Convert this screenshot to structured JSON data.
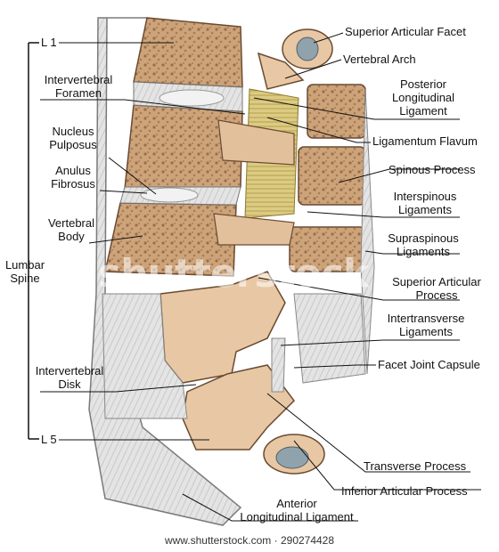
{
  "diagram": {
    "left_labels": {
      "l1": "L 1",
      "intervertebral_foramen": "Intervertebral\nForamen",
      "nucleus_pulposus": "Nucleus\nPulposus",
      "anulus_fibrosus": "Anulus\nFibrosus",
      "vertebral_body": "Vertebral\nBody",
      "lumbar_spine": "Lumbar\nSpine",
      "intervertebral_disk": "Intervertebral\nDisk",
      "l5": "L 5"
    },
    "right_labels": {
      "superior_articular_facet": "Superior Articular Facet",
      "vertebral_arch": "Vertebral Arch",
      "posterior_longitudinal_ligament": "Posterior\nLongitudinal\nLigament",
      "ligamentum_flavum": "Ligamentum Flavum",
      "spinous_process": "Spinous Process",
      "interspinous_ligaments": "Interspinous\nLigaments",
      "supraspinous_ligaments": "Supraspinous\nLigaments",
      "superior_articular_process": "Superior Articular\nProcess",
      "intertransverse_ligaments": "Intertransverse\nLigaments",
      "facet_joint_capsule": "Facet Joint Capsule"
    },
    "bottom_labels": {
      "transverse_process": "Transverse Process",
      "inferior_articular_process": "Inferior Articular Process",
      "anterior_longitudinal_ligament": "Anterior\nLongitudinal Ligament"
    },
    "watermark": "shutterstock",
    "credit": "www.shutterstock.com · 290274428",
    "colors": {
      "bone": "#e8c7a4",
      "bone_dark": "#c99a74",
      "cancellous": "#c69d72",
      "disk": "#d8d8d8",
      "ligament": "#d8c77a",
      "ligament_band": "#e6e6e6",
      "line": "#111111"
    }
  }
}
